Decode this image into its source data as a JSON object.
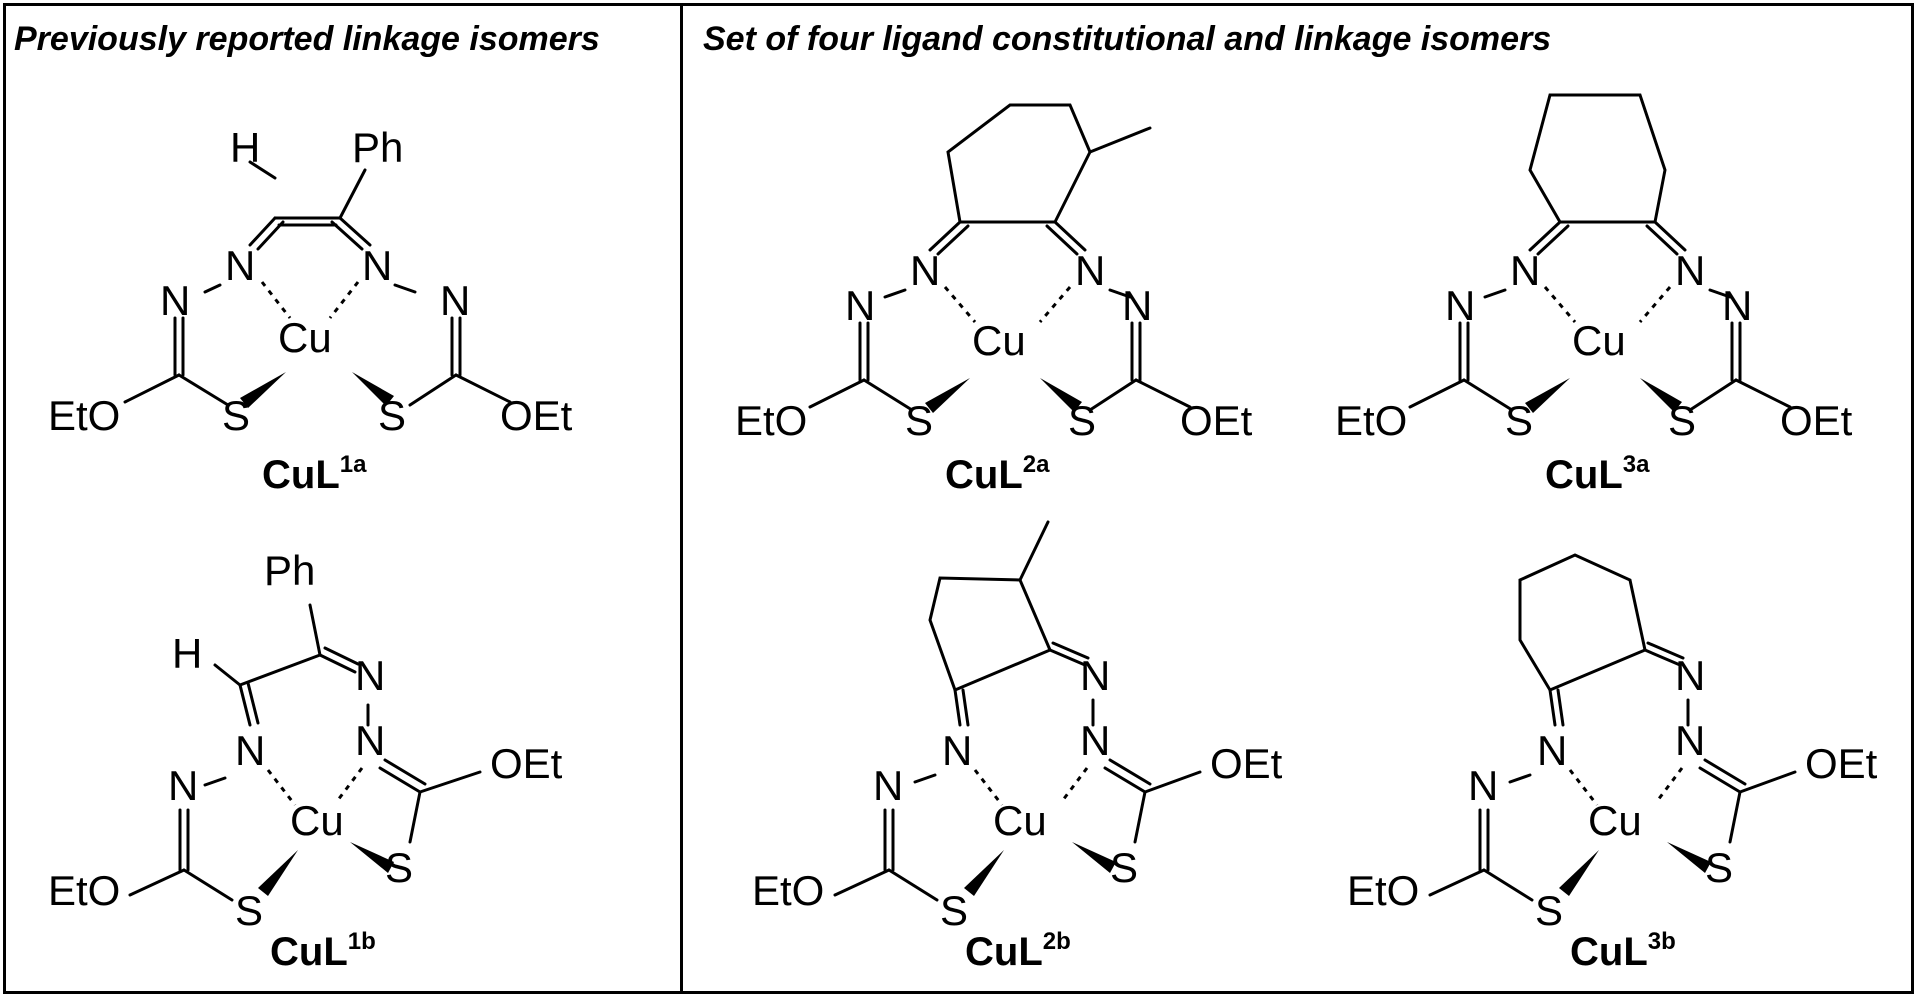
{
  "panels": {
    "left_title": "Previously reported linkage isomers",
    "right_title": "Set of four ligand constitutional and linkage isomers"
  },
  "atoms": {
    "H": "H",
    "Ph": "Ph",
    "N": "N",
    "Cu": "Cu",
    "S": "S",
    "EtO": "EtO",
    "OEt": "OEt"
  },
  "compounds": [
    {
      "base": "CuL",
      "sup": "1a"
    },
    {
      "base": "CuL",
      "sup": "2a"
    },
    {
      "base": "CuL",
      "sup": "3a"
    },
    {
      "base": "CuL",
      "sup": "1b"
    },
    {
      "base": "CuL",
      "sup": "2b"
    },
    {
      "base": "CuL",
      "sup": "3b"
    }
  ]
}
